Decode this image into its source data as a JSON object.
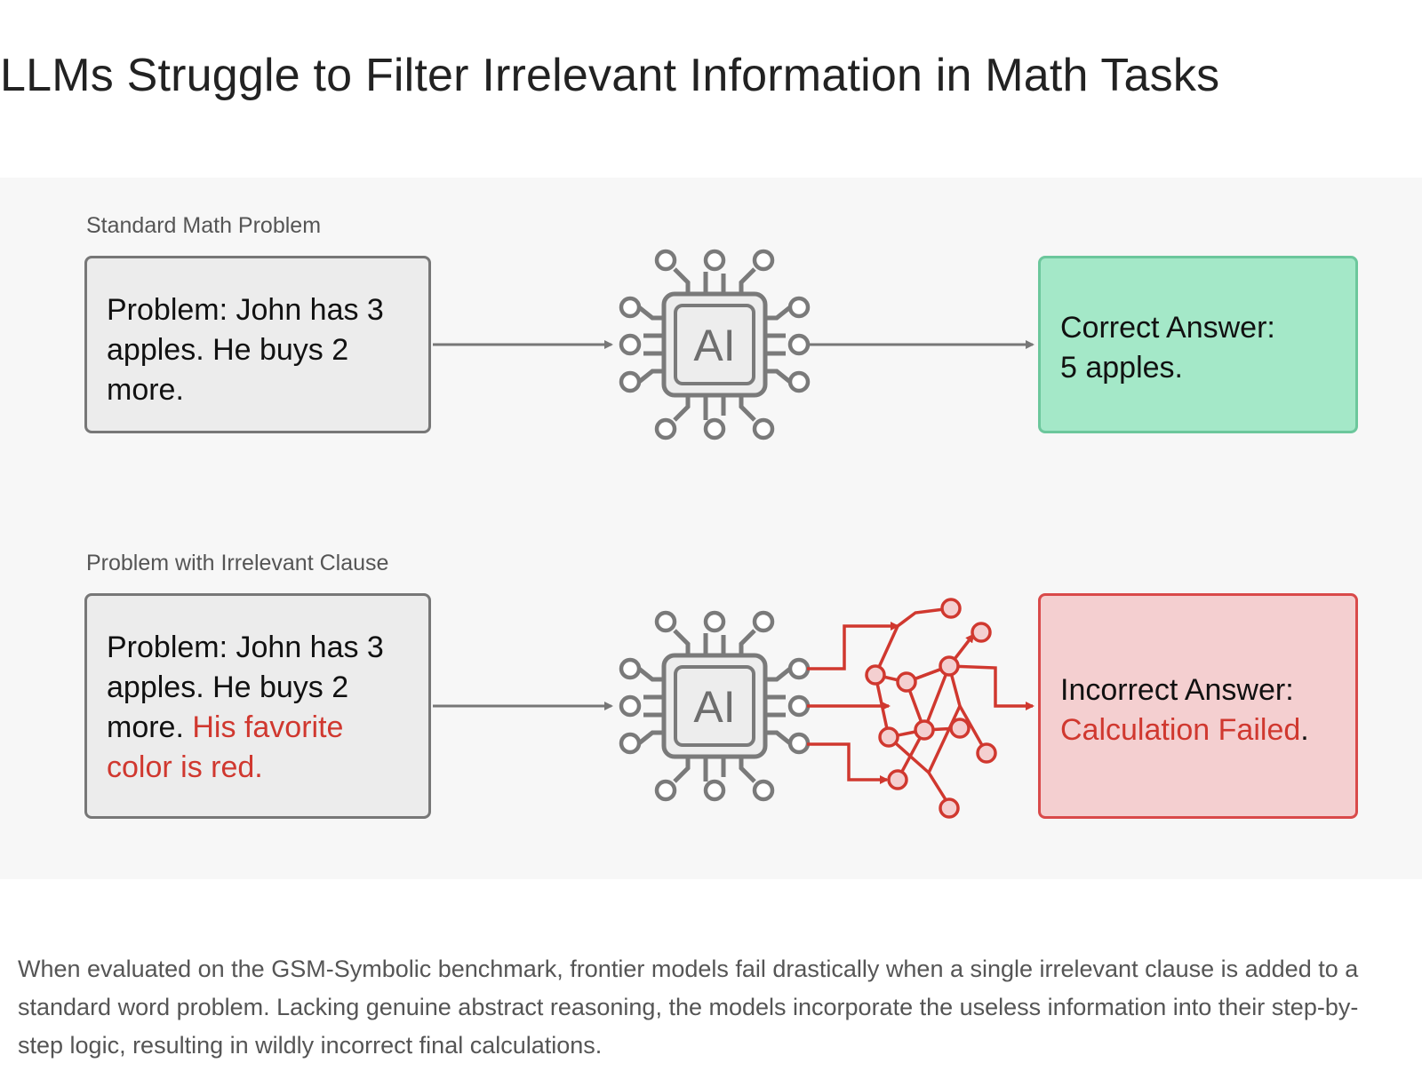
{
  "title": "LLMs Struggle to Filter Irrelevant Information in Math Tasks",
  "rows": {
    "standard": {
      "label": "Standard Math Problem",
      "problem": "Problem: John has 3 apples. He buys 2 more.",
      "chip_label": "AI",
      "answer_prefix": "Correct Answer:",
      "answer_value": "5 apples."
    },
    "irrelevant": {
      "label": "Problem with Irrelevant Clause",
      "problem_relevant": "Problem: John has 3 apples. He buys 2 more.",
      "problem_irrelevant": "His favorite color is red.",
      "chip_label": "AI",
      "answer_prefix": "Incorrect Answer:",
      "answer_value": "Calculation Failed",
      "answer_suffix": "."
    }
  },
  "caption": "When evaluated on the GSM-Symbolic benchmark, frontier models fail drastically when a single irrelevant clause is added to a standard word problem. Lacking genuine abstract reasoning, the models incorporate the useless information into their step-by-step logic, resulting in wildly incorrect final calculations.",
  "colors": {
    "correct_fill": "#a4e8c8",
    "incorrect_fill": "#f4cfd0",
    "error_red": "#d0382f",
    "neutral_gray": "#777777"
  }
}
